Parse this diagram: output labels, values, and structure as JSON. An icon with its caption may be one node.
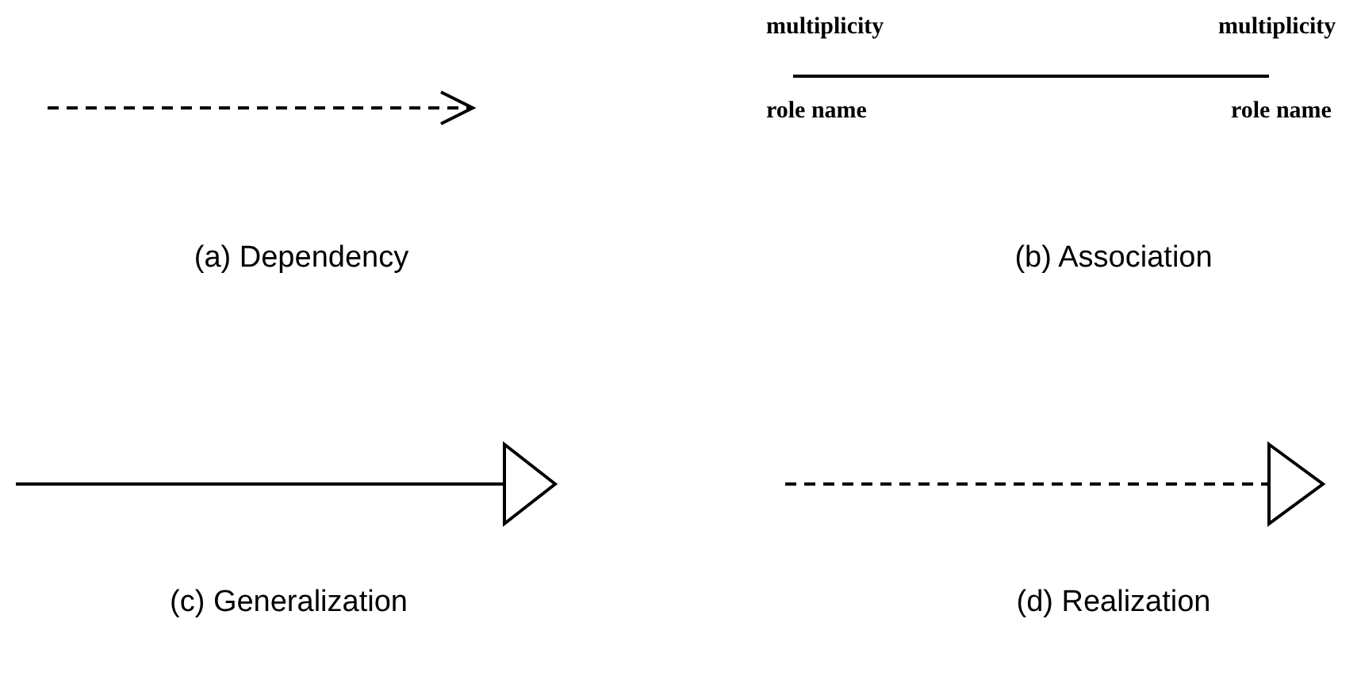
{
  "diagram": {
    "labels": [
      "multiplicity",
      "multiplicity",
      "role name",
      "role name",
      "(a) Dependency",
      "(b) Association",
      "(c) Generalization",
      "(d) Realization"
    ]
  }
}
